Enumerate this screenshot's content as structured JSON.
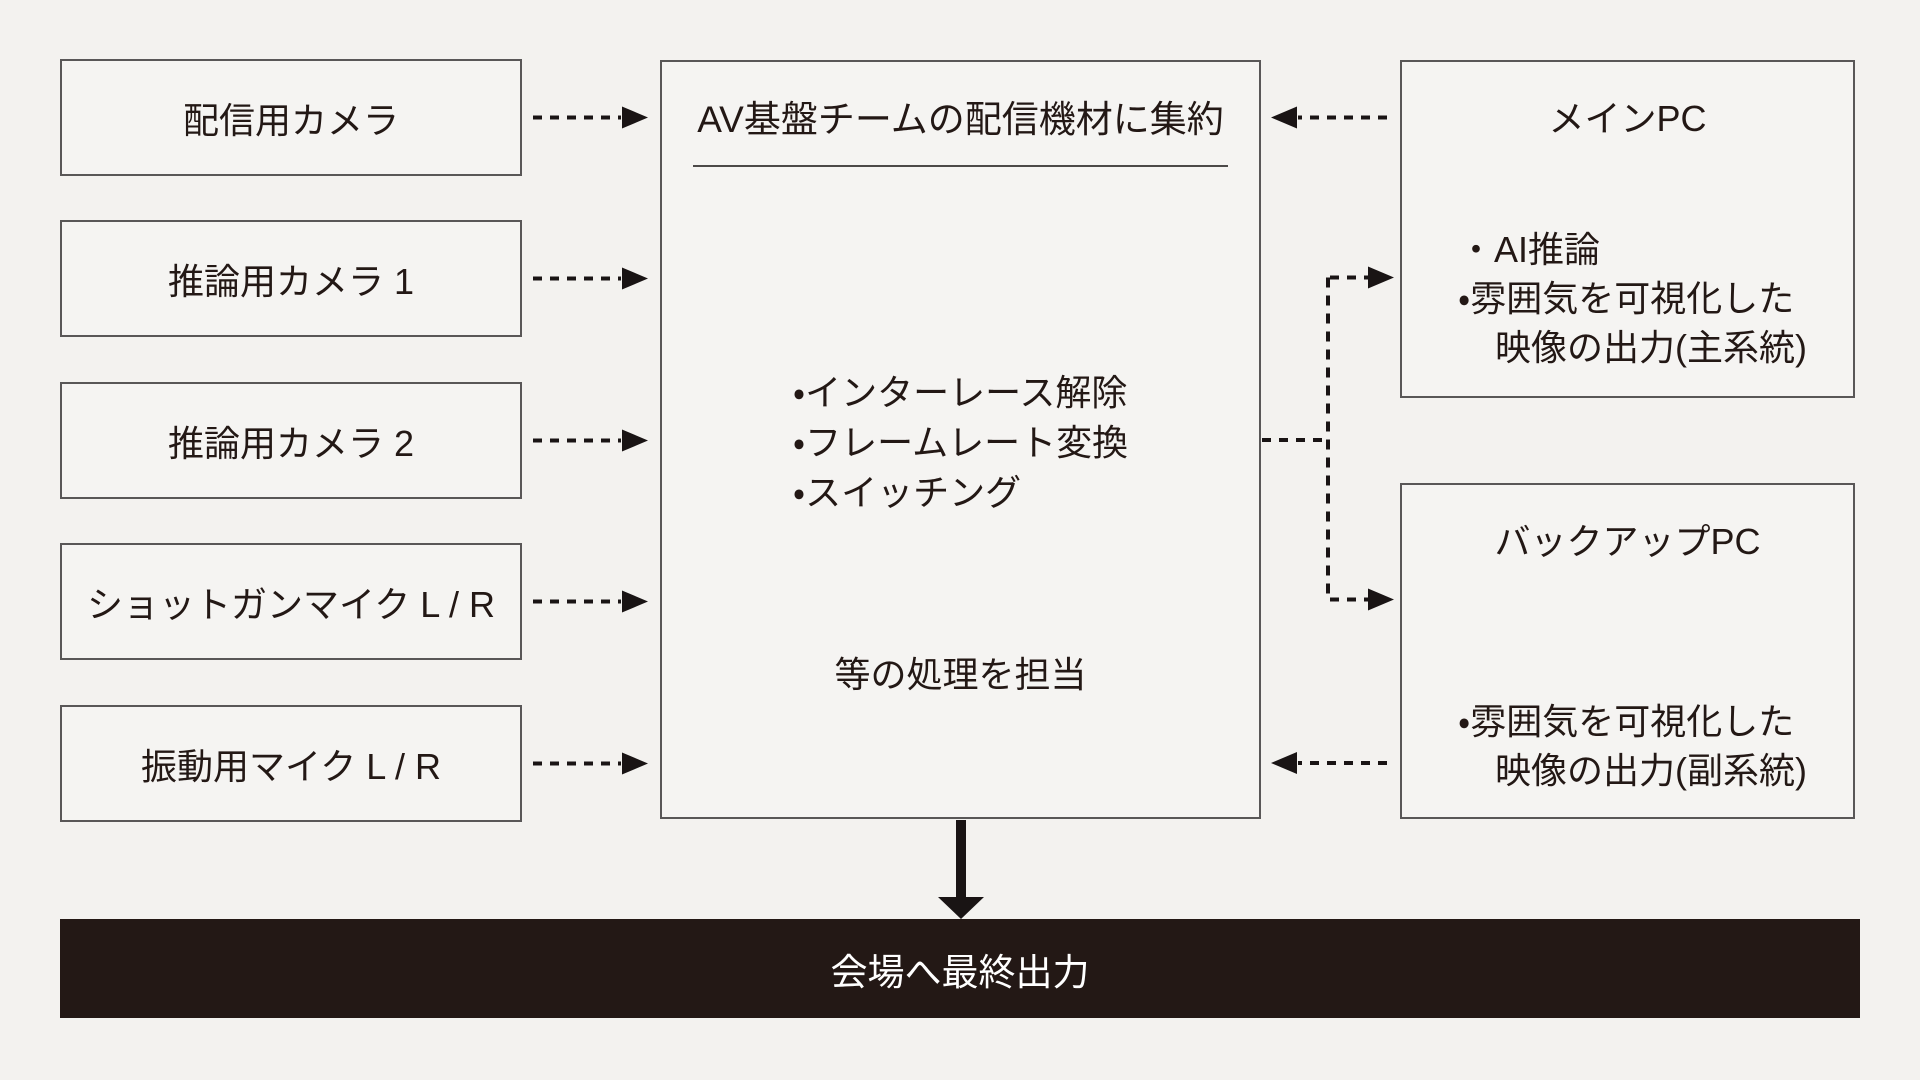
{
  "colors": {
    "background": "#f3f2ef",
    "box_fill": "#f5f4f2",
    "box_border": "#595757",
    "text": "#231815",
    "arrow": "#191414",
    "output_bar_fill": "#231815",
    "output_bar_text": "#ffffff"
  },
  "left_boxes": [
    {
      "label": "配信用カメラ"
    },
    {
      "label": "推論用カメラ 1"
    },
    {
      "label": "推論用カメラ 2"
    },
    {
      "label": "ショットガンマイク L / R"
    },
    {
      "label": "振動用マイク L / R"
    }
  ],
  "center_box": {
    "title": "AV基盤チームの配信機材に集約",
    "bullets": [
      "・インターレース解除",
      "・フレームレート変換",
      "・スイッチング"
    ],
    "footer": "等の処理を担当"
  },
  "main_pc": {
    "title": "メインPC",
    "line_1": "・AI推論",
    "line_2": "・雰囲気を可視化した",
    "line_3": "映像の出力(主系統)"
  },
  "backup_pc": {
    "title": "バックアップPC",
    "line_1": "・雰囲気を可視化した",
    "line_2": "映像の出力(副系統)"
  },
  "output_bar": {
    "label": "会場へ最終出力"
  }
}
